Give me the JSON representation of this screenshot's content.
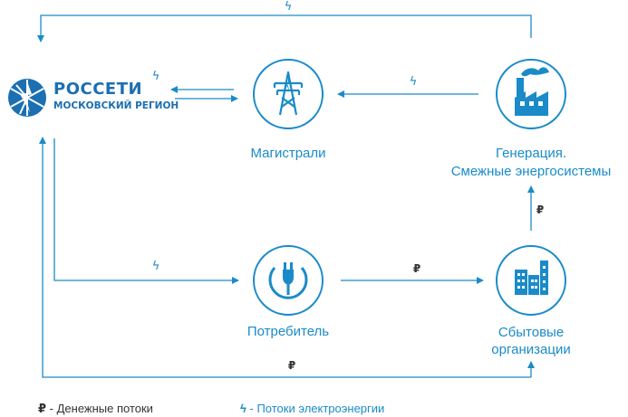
{
  "logo": {
    "name": "РОССЕТИ",
    "subtitle": "МОСКОВСКИЙ РЕГИОН"
  },
  "nodes": {
    "magistrali": {
      "label": "Магистрали",
      "icon": "power-tower-icon"
    },
    "generation": {
      "label_line1": "Генерация.",
      "label_line2": "Смежные энергосистемы",
      "icon": "factory-icon"
    },
    "consumer": {
      "label": "Потребитель",
      "icon": "plug-icon"
    },
    "sales": {
      "label_line1": "Сбытовые",
      "label_line2": "организации",
      "icon": "buildings-icon"
    }
  },
  "flow_marks": {
    "money": "₽",
    "energy": "ϟ"
  },
  "legend": {
    "money_symbol": "₽",
    "money_text": "- Денежные потоки",
    "energy_symbol": "ϟ",
    "energy_text": "- Потоки электроэнергии"
  },
  "colors": {
    "accent": "#1a8bc8",
    "line": "#1a8bc8",
    "logo": "#1b6fb3",
    "text": "#333333"
  }
}
